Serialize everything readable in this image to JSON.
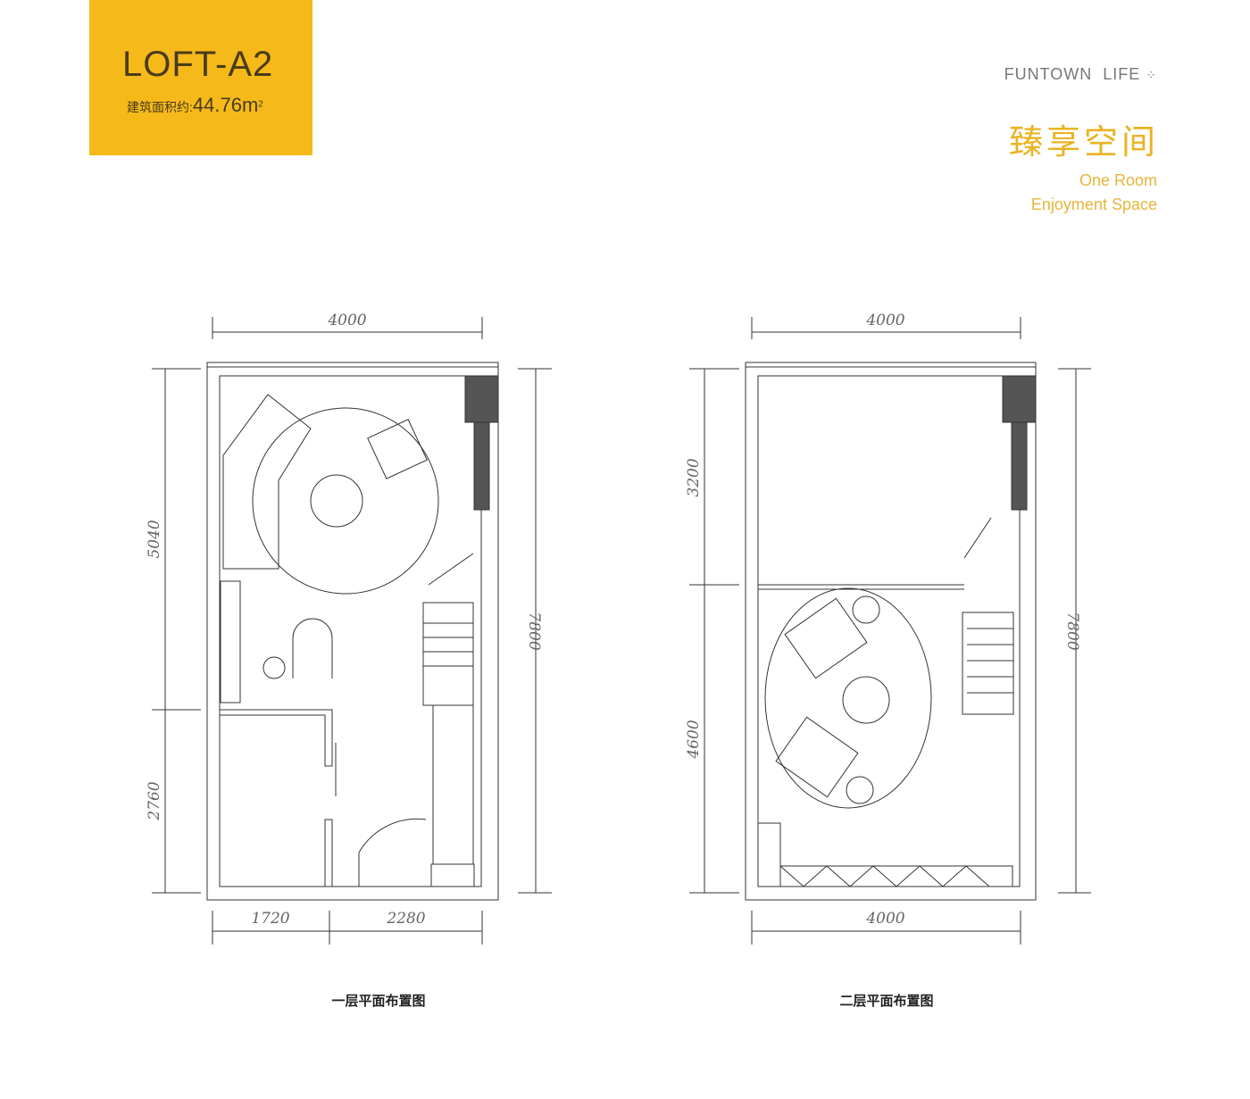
{
  "badge": {
    "title": "LOFT-A2",
    "area_label": "建筑面积约:",
    "area_value": "44.76m",
    "area_sup": "2"
  },
  "brand": {
    "name": "FUNTOWN  LIFE",
    "slogan_cn": "臻享空间",
    "slogan_en_1": "One Room",
    "slogan_en_2": "Enjoyment Space"
  },
  "plan1": {
    "caption": "一层平面布置图",
    "top": "4000",
    "left_upper": "5040",
    "left_lower": "2760",
    "right": "7800",
    "bottom_left": "1720",
    "bottom_right": "2280"
  },
  "plan2": {
    "caption": "二层平面布置图",
    "top": "4000",
    "left_upper": "3200",
    "left_lower": "4600",
    "right": "7800",
    "bottom": "4000"
  },
  "colors": {
    "badge": "#f5b91a",
    "accent": "#e9b323"
  }
}
